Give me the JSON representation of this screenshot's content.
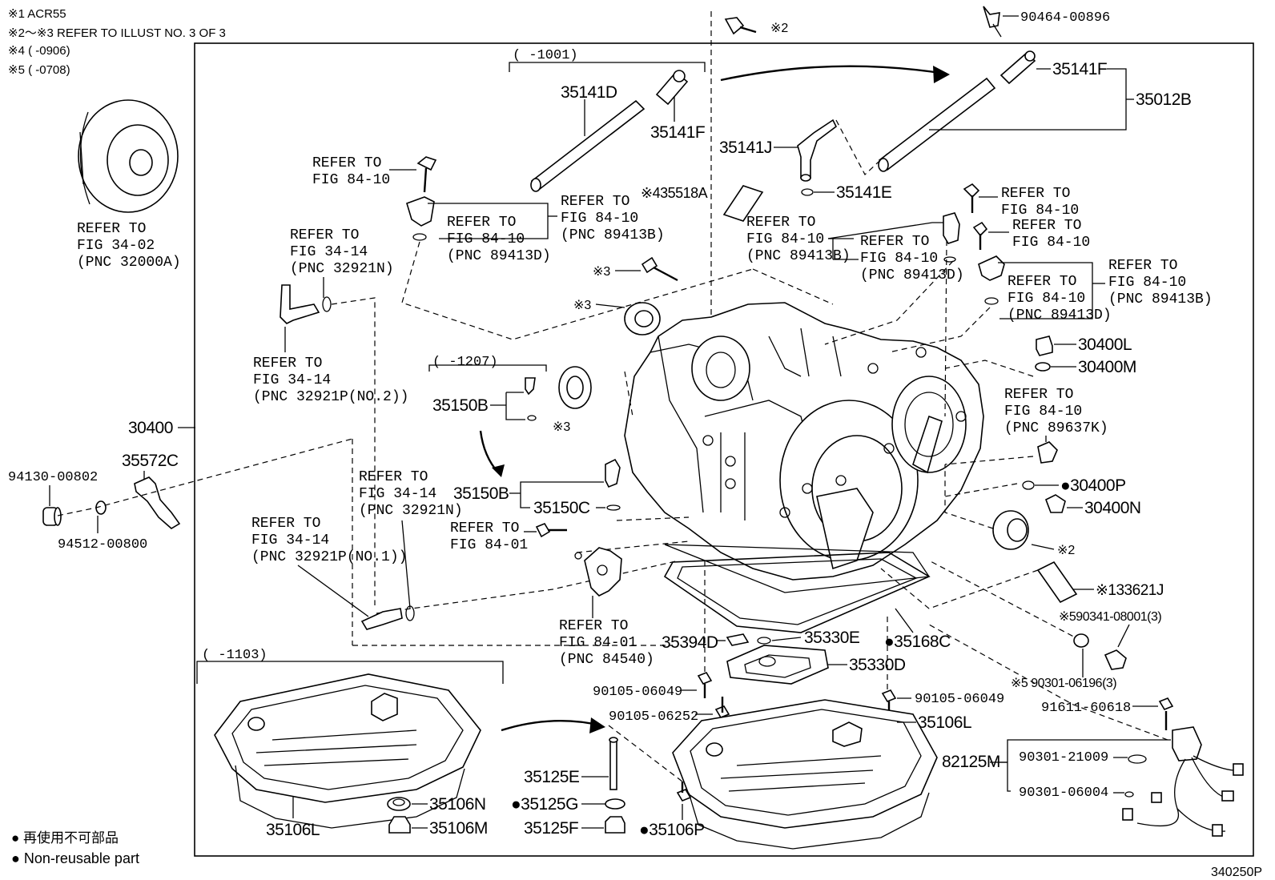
{
  "notes": {
    "n1": "※1 ACR55",
    "n2": "※2～※3 REFER TO ILLUST NO. 3 OF 3",
    "n3": "※4 (      -0906)",
    "n4": "※5 (      -0708)"
  },
  "legend": {
    "non_reusable_jp": "● 再使用不可部品",
    "non_reusable_en": "● Non-reusable part"
  },
  "illustration_id": "340250P",
  "ranges": {
    "r1001": "(      -1001)",
    "r1207": "(      -1207)",
    "r1103": "(      -1103)"
  },
  "parts": {
    "p35141D": "35141D",
    "p35141F_a": "35141F",
    "p35141F_b": "35141F",
    "p35012B": "35012B",
    "p90464": "90464-00896",
    "p35141J": "35141J",
    "p35141E": "35141E",
    "p35518A": "※435518A",
    "p30400": "30400",
    "p35572C": "35572C",
    "p94130": "94130-00802",
    "p94512": "94512-00800",
    "p35150B_a": "35150B",
    "p35150B_b": "35150B",
    "p35150C": "35150C",
    "p30400L": "30400L",
    "p30400M": "30400M",
    "p30400P": "●30400P",
    "p30400N": "30400N",
    "p33621J": "※133621J",
    "p90341": "※590341-08001(3)",
    "p90301_06196": "※5 90301-06196(3)",
    "p91611": "91611-60618",
    "p82125M": "82125M",
    "p90301_21009": "90301-21009",
    "p90301_06004": "90301-06004",
    "p35394D": "35394D",
    "p35330E": "35330E",
    "p35168C": "●35168C",
    "p35330D": "35330D",
    "p90105_a": "90105-06049",
    "p90105_b": "90105-06049",
    "p90105_06252": "90105-06252",
    "p35106L_a": "35106L",
    "p35106L_b": "35106L",
    "p35106N": "35106N",
    "p35106M": "35106M",
    "p35125E": "35125E",
    "p35125G": "●35125G",
    "p35125F": "35125F",
    "p35106P": "●35106P",
    "star2_a": "※2",
    "star2_b": "※2",
    "star3_a": "※3",
    "star3_b": "※3",
    "star3_c": "※3"
  },
  "refs": {
    "r1": [
      "REFER TO",
      "FIG 34-02",
      "(PNC 32000A)"
    ],
    "r2": [
      "REFER TO",
      "FIG 84-10"
    ],
    "r3": [
      "REFER TO",
      "FIG 84-10",
      "(PNC 89413D)"
    ],
    "r4": [
      "REFER TO",
      "FIG 84-10",
      "(PNC 89413B)"
    ],
    "r5": [
      "REFER TO",
      "FIG 34-14",
      "(PNC 32921N)"
    ],
    "r6": [
      "REFER TO",
      "FIG 34-14",
      "(PNC 32921P(NO.2))"
    ],
    "r7": [
      "REFER TO",
      "FIG 84-10",
      "(PNC 89413B)"
    ],
    "r8": [
      "REFER TO",
      "FIG 84-10",
      "(PNC 89413D)"
    ],
    "r9": [
      "REFER TO",
      "FIG 84-10"
    ],
    "r10": [
      "REFER TO",
      "FIG 84-10"
    ],
    "r11": [
      "REFER TO",
      "FIG 84-10",
      "(PNC 89413B)"
    ],
    "r12": [
      "REFER TO",
      "FIG 84-10",
      "(PNC 89413D)"
    ],
    "r13": [
      "REFER TO",
      "FIG 84-10",
      "(PNC 89637K)"
    ],
    "r14": [
      "REFER TO",
      "FIG 34-14",
      "(PNC 32921N)"
    ],
    "r15": [
      "REFER TO",
      "FIG 34-14",
      "(PNC 32921P(NO.1))"
    ],
    "r16": [
      "REFER TO",
      "FIG 84-01"
    ],
    "r17": [
      "REFER TO",
      "FIG 84-01",
      "(PNC 84540)"
    ]
  }
}
